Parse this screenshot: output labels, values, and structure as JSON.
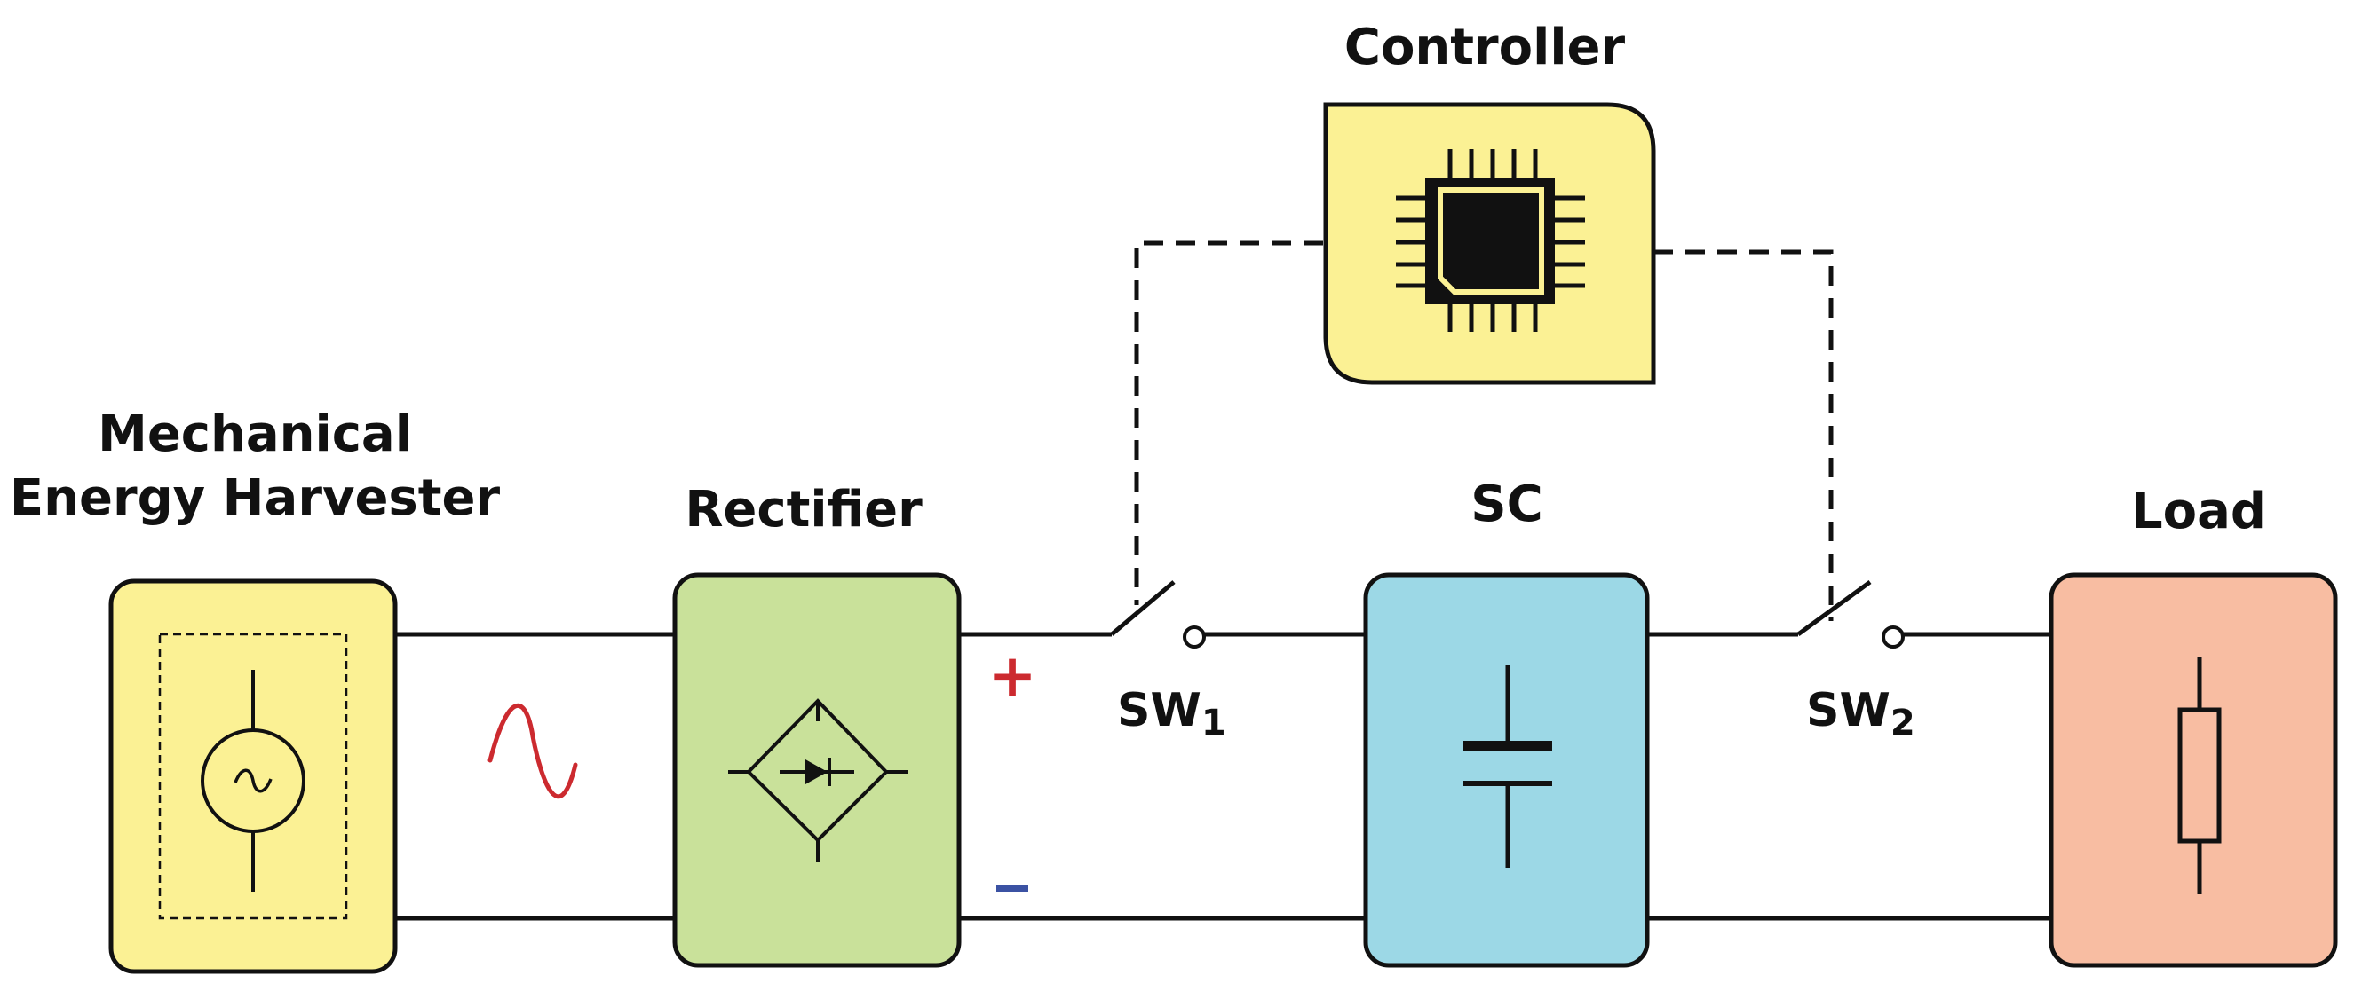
{
  "labels": {
    "harvester_line1": "Mechanical",
    "harvester_line2": "Energy Harvester",
    "rectifier": "Rectifier",
    "controller": "Controller",
    "sc": "SC",
    "load": "Load",
    "sw1_main": "SW",
    "sw1_sub": "1",
    "sw2_main": "SW",
    "sw2_sub": "2",
    "plus": "+",
    "minus": "–"
  },
  "colors": {
    "harvester": "#fbf194",
    "rectifier": "#c9e19a",
    "controller": "#fbf194",
    "sc": "#9cd8e6",
    "load": "#f8bda2",
    "wire": "#111111",
    "plus": "#cc2a2f",
    "minus": "#3b52a3",
    "ac_wave": "#cc2a2f"
  },
  "icons": {
    "harvester": "ac-source-icon",
    "rectifier": "bridge-rectifier-icon",
    "controller": "microchip-icon",
    "sc": "capacitor-icon",
    "load": "resistor-icon"
  }
}
